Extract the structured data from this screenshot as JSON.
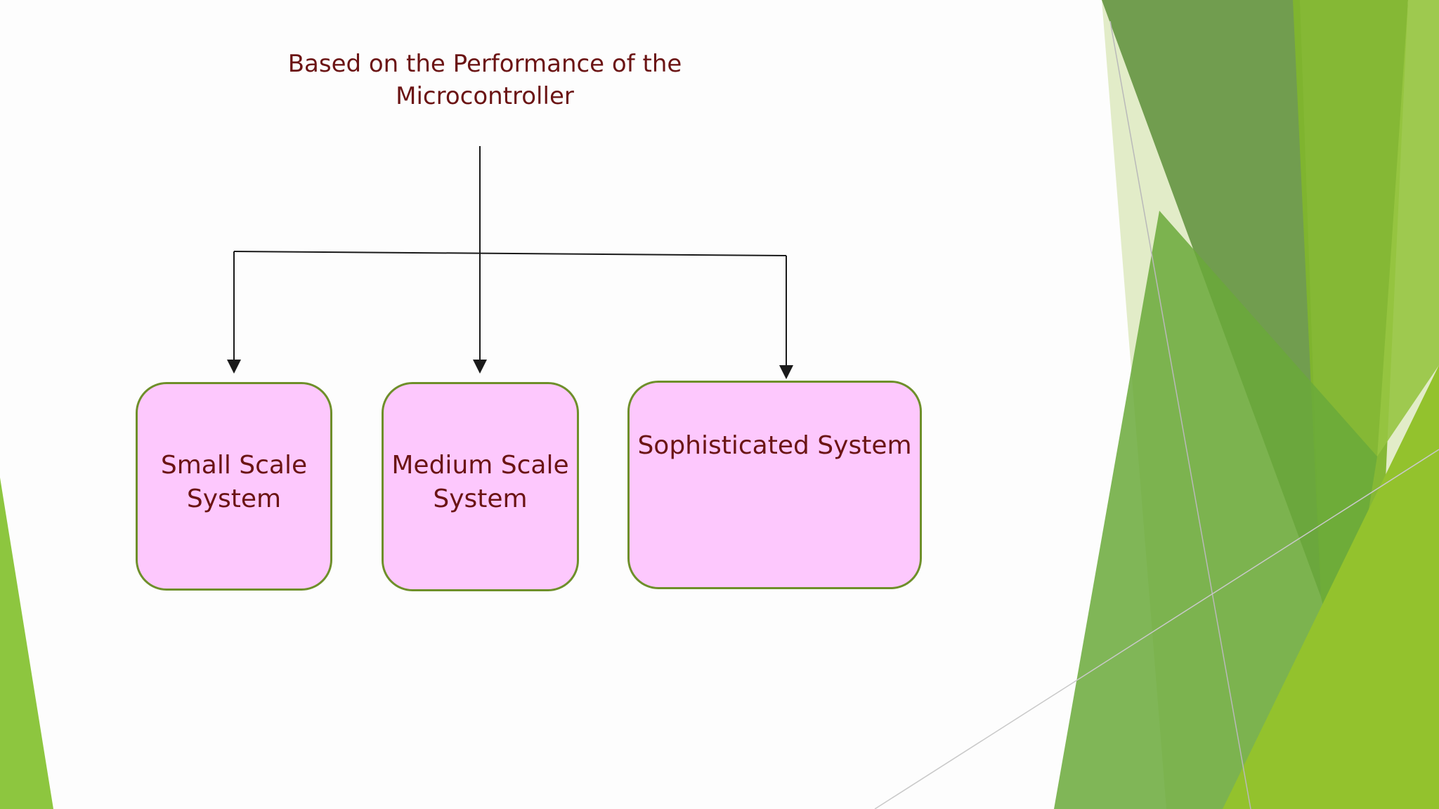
{
  "diagram": {
    "title": "Based on the Performance of the Microcontroller",
    "nodes": [
      {
        "id": "small",
        "label": "Small Scale System"
      },
      {
        "id": "medium",
        "label": "Medium Scale System"
      },
      {
        "id": "sophisticated",
        "label": "Sophisticated System"
      }
    ],
    "edges": [
      {
        "from": "title",
        "to": "small"
      },
      {
        "from": "title",
        "to": "medium"
      },
      {
        "from": "title",
        "to": "sophisticated"
      }
    ]
  },
  "colors": {
    "title_text": "#6b1414",
    "box_fill": "#fdc8fd",
    "box_border": "#6e8f2a",
    "connector": "#1a1a1a",
    "accent_green": "#8dc63f",
    "dark_green": "#5d8f3a"
  }
}
